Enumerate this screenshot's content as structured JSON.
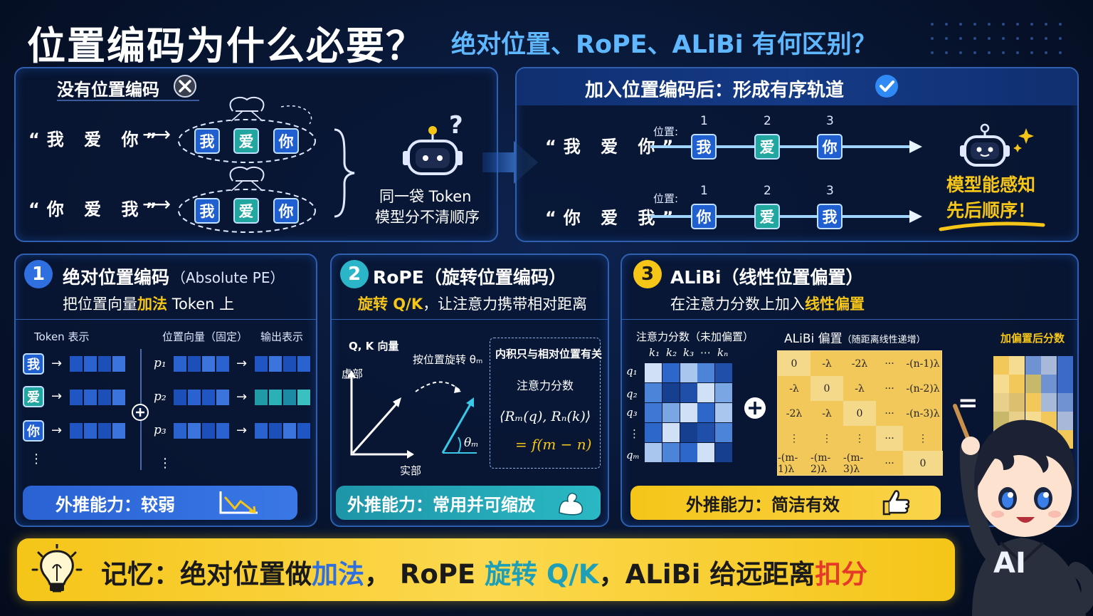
{
  "title": {
    "main": "位置编码为什么必要？",
    "sub": "绝对位置、RoPE、ALiBi 有何区别？"
  },
  "left_top": {
    "header": "没有位置编码",
    "quote1": "“我 爱 你”",
    "quote2": "“你 爱 我”",
    "tokens": [
      "我",
      "爱",
      "你"
    ],
    "question": "?",
    "robot_text1": "同一袋 Token",
    "robot_text2": "模型分不清顺序"
  },
  "right_top": {
    "header": "加入位置编码后：形成有序轨道",
    "quote1": "“我 爱 你”",
    "quote2": "“你 爱 我”",
    "pos_label": "位置:",
    "positions": [
      "1",
      "2",
      "3"
    ],
    "row1_tokens": [
      "我",
      "爱",
      "你"
    ],
    "row2_tokens": [
      "你",
      "爱",
      "我"
    ],
    "result_line1": "模型能感知",
    "result_line2": "先后顺序！"
  },
  "panel1": {
    "num": "1",
    "title": "绝对位置编码",
    "title_en": "（Absolute PE）",
    "desc_a": "把位置向量",
    "desc_b": "加法",
    "desc_c": "Token 上",
    "col1": "Token 表示",
    "col2": "位置向量（固定）",
    "col3": "输出表示",
    "rows": [
      "我",
      "爱",
      "你"
    ],
    "p_labels": [
      "p₁",
      "p₂",
      "p₃"
    ],
    "dots": "⋮",
    "badge_label": "外推能力：",
    "badge_value": "较弱"
  },
  "panel2": {
    "num": "2",
    "title": "RoPE（旋转位置编码）",
    "desc_a": "旋转 Q/K",
    "desc_b": "，让注意力携带相对距离",
    "qk": "Q, K 向量",
    "imag": "虚部",
    "real": "实部",
    "rotate": "按位置旋转 θₘ",
    "theta": "θₘ",
    "box_title": "内积只与相对位置有关",
    "box_sub": "注意力分数",
    "formula1": "⟨Rₘ(q), Rₙ(k)⟩",
    "formula2": "= f(m − n)",
    "badge_label": "外推能力：",
    "badge_value": "常用并可缩放"
  },
  "panel3": {
    "num": "3",
    "title": "ALiBi（线性位置偏置）",
    "desc_a": "在注意力分数上加入",
    "desc_b": "线性偏置",
    "attn_title": "注意力分数（未加偏置）",
    "alibi_title": "ALiBi 偏置",
    "alibi_note": "（随距离线性递增）",
    "result_title": "加偏置后分数",
    "k_labels": [
      "k₁",
      "k₂",
      "k₃",
      "⋯",
      "kₙ"
    ],
    "q_labels": [
      "q₁",
      "q₂",
      "q₃",
      "⋮",
      "qₘ"
    ],
    "bias_rows": [
      [
        "0",
        "-λ",
        "-2λ",
        "···",
        "-(n-1)λ"
      ],
      [
        "-λ",
        "0",
        "-λ",
        "···",
        "-(n-2)λ"
      ],
      [
        "-2λ",
        "-λ",
        "0",
        "···",
        "-(n-3)λ"
      ],
      [
        "⋮",
        "⋮",
        "⋮",
        "···",
        "⋮"
      ],
      [
        "-(m-1)λ",
        "-(m-2)λ",
        "-(m-3)λ",
        "···",
        "0"
      ]
    ],
    "plus": "+",
    "equals": "=",
    "badge_label": "外推能力：",
    "badge_value": "简洁有效"
  },
  "footer": {
    "prefix": "记忆：绝对位置做",
    "add": "加法",
    "mid1": "， RoPE ",
    "rotate": "旋转 Q/K",
    "mid2": "，ALiBi 给远距离",
    "penalty": "扣分"
  },
  "mascot": {
    "shirt": "AI"
  },
  "colors": {
    "accent_blue": "#2f6fe0",
    "teal": "#22a6a0",
    "yellow": "#f5c518",
    "red": "#e53a2a",
    "cyan_text": "#5fd0ff"
  }
}
